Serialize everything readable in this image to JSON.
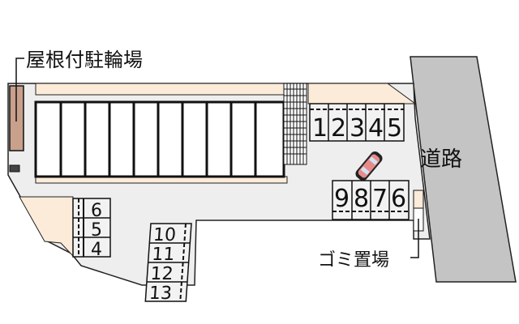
{
  "labels": {
    "bicycle_parking": "屋根付駐輪場",
    "road": "道路",
    "garbage": "ゴミ置場"
  },
  "parking": {
    "top_row": [
      "1",
      "2",
      "3",
      "4",
      "5"
    ],
    "right_row": [
      "9",
      "8",
      "7",
      "6"
    ],
    "left_column": [
      "6",
      "5",
      "4"
    ],
    "bottom_column": [
      "10",
      "11",
      "12",
      "13"
    ]
  },
  "colors": {
    "lot": "#eeeeee",
    "road": "#c4c4c4",
    "planting": "#fcebd9",
    "bike_roof": "#c9a08c",
    "car": "#e88a8a"
  },
  "building": {
    "unit_count": 10
  }
}
